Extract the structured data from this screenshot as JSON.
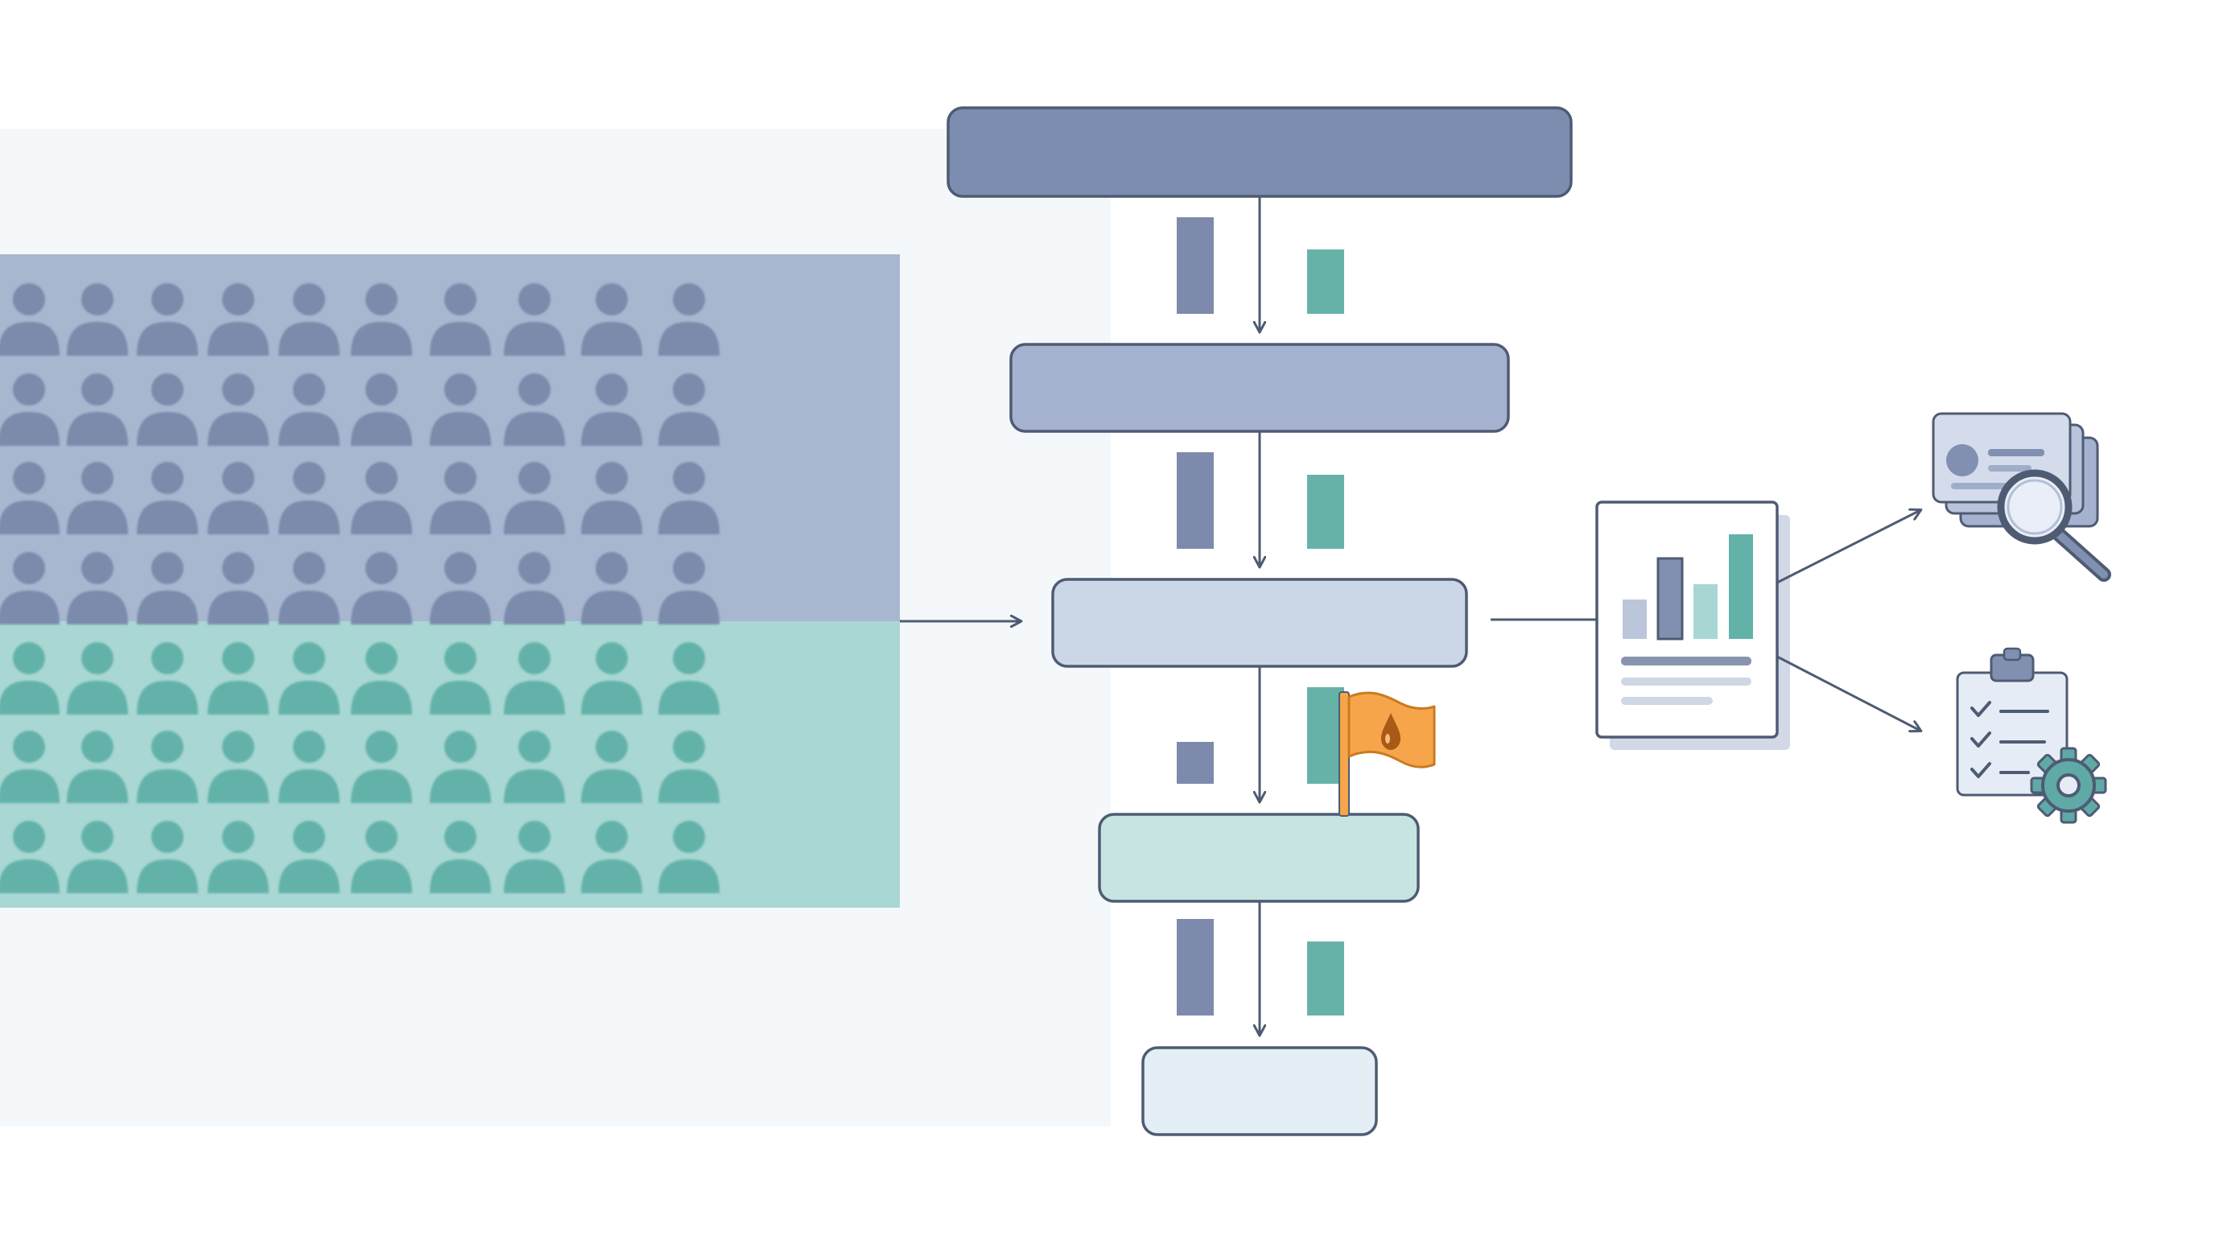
{
  "colors": {
    "background": "#ffffff",
    "panel_background": "#f4f8fa",
    "population_group_a_bg": "#a9b6d0",
    "population_group_a_icon": "#7b8aab",
    "population_group_b_bg": "#a9d7d3",
    "population_group_b_icon": "#63b2aa",
    "stage_1_fill": "#7d8daf",
    "stage_2_fill": "#a5b2cf",
    "stage_3_fill": "#cbd6e6",
    "stage_4_fill": "#c7e4e3",
    "stage_5_fill": "#e3eff4",
    "stroke": "#4e5b73",
    "group_a_bar": "#7d8aab",
    "group_b_bar": "#66b2a8",
    "flag_orange": "#f6a54a",
    "flag_drop": "#a85a16"
  },
  "population": {
    "icon_name": "person-icon",
    "group_a": {
      "rows": 4,
      "columns": 10
    },
    "group_b": {
      "rows": 3,
      "columns": 10
    }
  },
  "funnel": {
    "stages": [
      {
        "id": "stage-1"
      },
      {
        "id": "stage-2"
      },
      {
        "id": "stage-3"
      },
      {
        "id": "stage-4"
      },
      {
        "id": "stage-5"
      }
    ],
    "transitions": [
      {
        "group_a_level": 1.0,
        "group_b_level": 0.67
      },
      {
        "group_a_level": 1.0,
        "group_b_level": 0.77
      },
      {
        "group_a_level": 0.43,
        "group_b_level": 1.0,
        "flagged": true
      },
      {
        "group_a_level": 1.0,
        "group_b_level": 0.77
      }
    ]
  },
  "flag": {
    "icon_name": "warning-flag-icon",
    "inner_icon_name": "drop-icon"
  },
  "report": {
    "icon_name": "report-chart-icon",
    "bar_levels": [
      0.38,
      0.77,
      0.52,
      1.0
    ]
  },
  "outputs": [
    {
      "icon_name": "id-card-search-icon"
    },
    {
      "icon_name": "checklist-settings-icon"
    }
  ]
}
